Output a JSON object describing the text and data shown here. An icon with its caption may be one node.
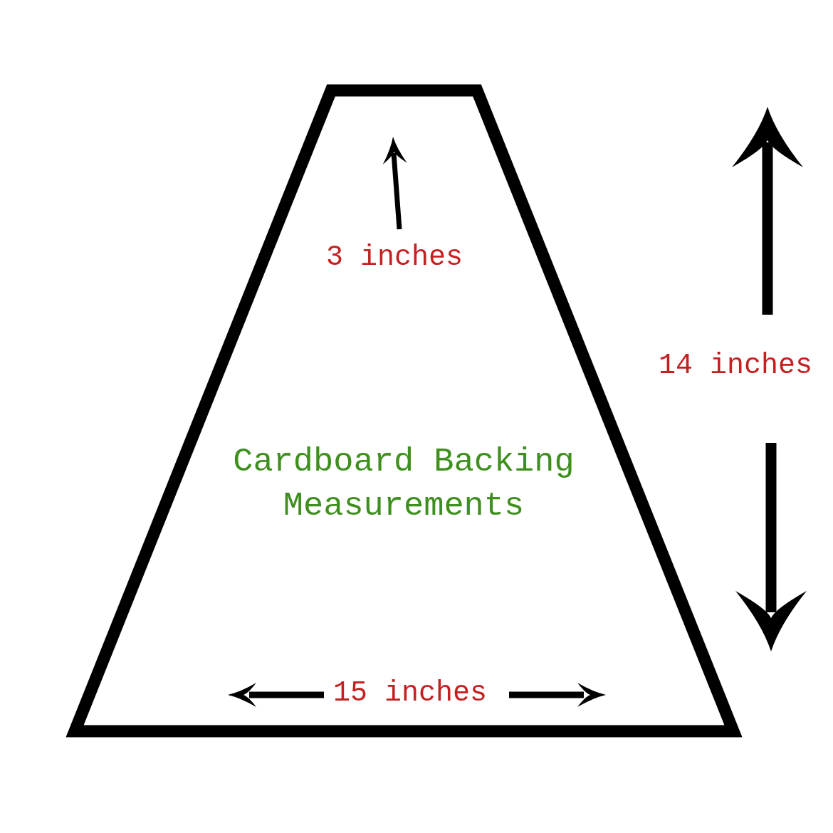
{
  "diagram": {
    "nodes": [
      {
        "text": [
          "Cardboard Backing Measurements"
        ]
      }
    ],
    "labels": [
      "3 inches",
      "14 inches",
      "15 inches"
    ]
  }
}
